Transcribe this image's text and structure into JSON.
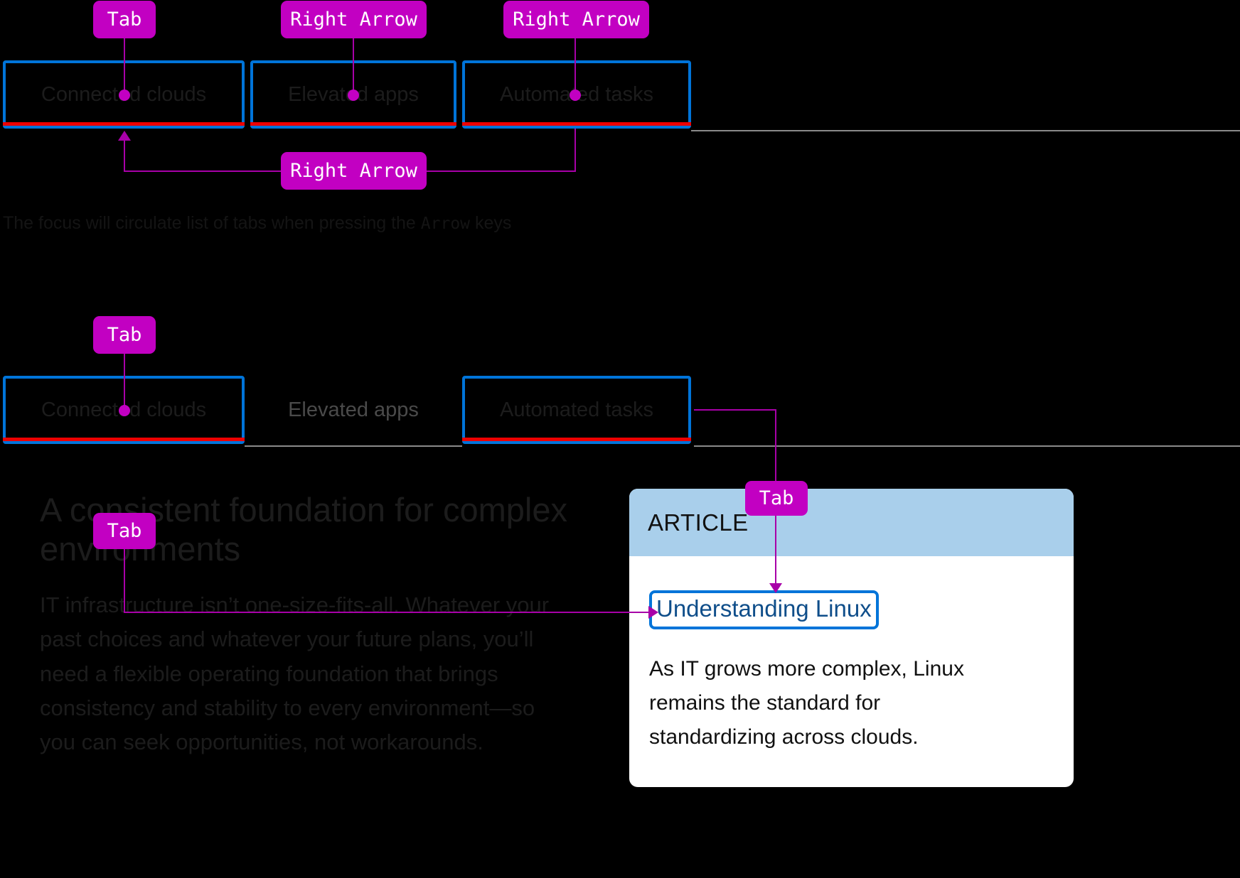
{
  "theme": {
    "background": "#000000",
    "key_badge": "#c200c2",
    "connector": "#a800a8",
    "focus_outline": "#0074d9",
    "tab_underline": "#ee0000",
    "card_header": "#a9cfeb",
    "card_link": "#0f4e8a"
  },
  "section_one": {
    "keys": [
      {
        "label": "Tab"
      },
      {
        "label": "Right Arrow"
      },
      {
        "label": "Right Arrow"
      },
      {
        "label": "Right Arrow"
      }
    ],
    "tabs": [
      {
        "label": "Connected clouds",
        "focused": true
      },
      {
        "label": "Elevated apps",
        "focused": true
      },
      {
        "label": "Automated tasks",
        "focused": true
      }
    ],
    "caption_before": "The focus will circulate list of tabs when pressing the ",
    "caption_mono": "Arrow",
    "caption_after": " keys"
  },
  "section_two": {
    "keys": [
      {
        "label": "Tab"
      },
      {
        "label": "Tab"
      },
      {
        "label": "Tab"
      }
    ],
    "tabs": [
      {
        "label": "Connected clouds",
        "focused": true
      },
      {
        "label": "Elevated apps",
        "focused": false
      },
      {
        "label": "Automated tasks",
        "focused": true
      }
    ],
    "hero": {
      "title": "A consistent foundation for complex environments",
      "body": "IT infrastructure isn’t one-size-fits-all. Whatever your past choices and whatever your future plans, you’ll need a flexible operating foundation that brings consistency and stability to every environment—so you can seek opportunities, not workarounds."
    },
    "card": {
      "kicker": "ARTICLE",
      "link": "Understanding Linux",
      "text": "As IT grows more complex, Linux remains the standard for standardizing across clouds."
    }
  }
}
